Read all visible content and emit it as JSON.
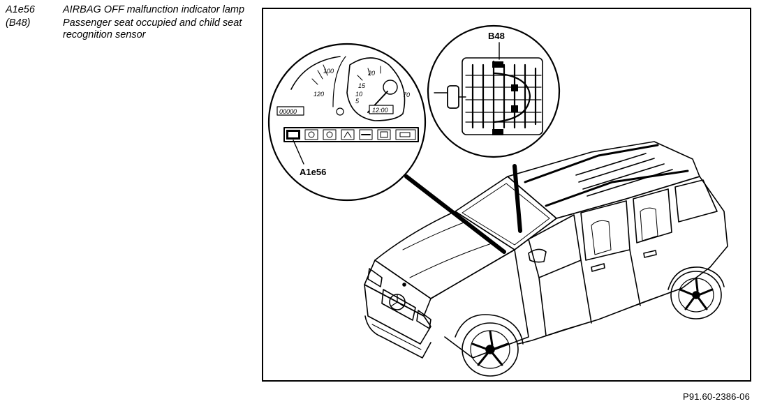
{
  "legend": [
    {
      "code": "A1e56",
      "description": "AIRBAG OFF malfunction indicator lamp"
    },
    {
      "code": "(B48)",
      "description": "Passenger seat occupied and child seat recognition sensor"
    }
  ],
  "callouts": {
    "dashboard": "A1e56",
    "seat_sensor": "B48"
  },
  "dashboard": {
    "speedo_ticks": [
      "100",
      "120"
    ],
    "tacho_ticks": [
      "20",
      "15",
      "10",
      "5"
    ],
    "temp_mark": "70",
    "odometer": "00000",
    "clock": "12:00"
  },
  "figure_ref": "P91.60-2386-06"
}
